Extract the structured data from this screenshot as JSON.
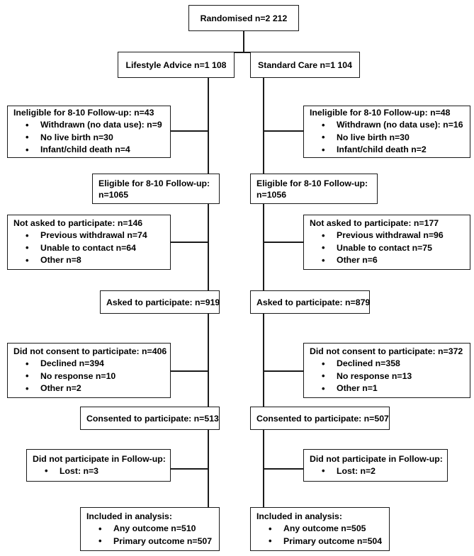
{
  "diagram": {
    "type": "consort-flow-diagram",
    "nodes": {
      "randomised": {
        "title": "Randomised n=2 212"
      },
      "arm_left": {
        "title": "Lifestyle Advice n=1 108"
      },
      "arm_right": {
        "title": "Standard Care n=1 104"
      },
      "ineligible_left": {
        "title": "Ineligible for 8-10 Follow-up: n=43",
        "items": [
          "Withdrawn (no data use): n=9",
          "No live birth n=30",
          "Infant/child death n=4"
        ]
      },
      "ineligible_right": {
        "title": "Ineligible for 8-10 Follow-up: n=48",
        "items": [
          "Withdrawn (no data use): n=16",
          "No live birth n=30",
          "Infant/child death n=2"
        ]
      },
      "eligible_left": {
        "title": "Eligible for 8-10 Follow-up: n=1065"
      },
      "eligible_right": {
        "title": "Eligible for 8-10 Follow-up: n=1056"
      },
      "notasked_left": {
        "title": "Not asked to participate: n=146",
        "items": [
          "Previous withdrawal n=74",
          "Unable to contact n=64",
          "Other n=8"
        ]
      },
      "notasked_right": {
        "title": "Not asked to participate: n=177",
        "items": [
          "Previous withdrawal n=96",
          "Unable to contact n=75",
          "Other n=6"
        ]
      },
      "asked_left": {
        "title": "Asked to participate: n=919"
      },
      "asked_right": {
        "title": "Asked to participate: n=879"
      },
      "noconsent_left": {
        "title": "Did not consent to participate: n=406",
        "items": [
          "Declined n=394",
          "No response n=10",
          "Other n=2"
        ]
      },
      "noconsent_right": {
        "title": "Did not consent to participate: n=372",
        "items": [
          "Declined n=358",
          "No response n=13",
          "Other n=1"
        ]
      },
      "consented_left": {
        "title": "Consented to participate: n=513"
      },
      "consented_right": {
        "title": "Consented to participate: n=507"
      },
      "notparticipate_left": {
        "title": "Did not participate in Follow-up:",
        "items": [
          "Lost: n=3"
        ]
      },
      "notparticipate_right": {
        "title": "Did not participate in Follow-up:",
        "items": [
          "Lost: n=2"
        ]
      },
      "included_left": {
        "title": "Included in analysis:",
        "items": [
          "Any outcome n=510",
          "Primary outcome n=507"
        ]
      },
      "included_right": {
        "title": "Included in analysis:",
        "items": [
          "Any outcome n=505",
          "Primary outcome n=504"
        ]
      }
    },
    "colors": {
      "line": "#1a1a1a",
      "box_border": "#1a1a1a",
      "background": "#ffffff",
      "text": "#000000"
    }
  }
}
